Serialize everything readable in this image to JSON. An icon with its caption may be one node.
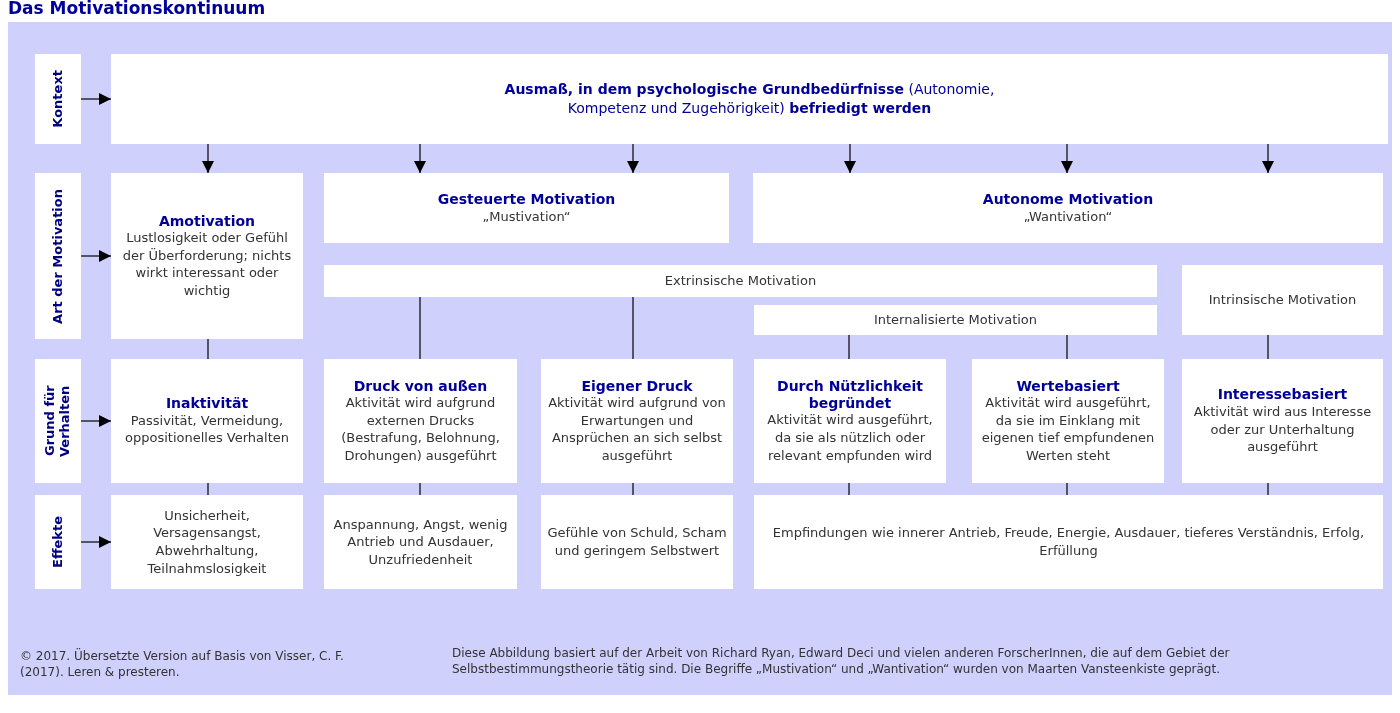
{
  "diagram": {
    "title": "Das Motivationskontinuum",
    "nodes": [
      {
        "text": [
          "Kontext"
        ]
      },
      {
        "text": [
          "**Ausmaß, in dem psychologische Grundbedürfnisse** (Autonomie, Kompetenz und Zugehörigkeit) **befriedigt werden**"
        ]
      },
      {
        "text": [
          "Art der Motivation"
        ]
      },
      {
        "text": [
          "Amotivation",
          "Lustlosigkeit oder Gefühl der Überforderung; nichts wirkt interessant oder wichtig"
        ]
      },
      {
        "text": [
          "Gesteuerte Motivation",
          "„Mustivation“"
        ]
      },
      {
        "text": [
          "Autonome Motivation",
          "„Wantivation“"
        ]
      },
      {
        "text": [
          "Extrinsische Motivation"
        ]
      },
      {
        "text": [
          "Intrinsische Motivation"
        ]
      },
      {
        "text": [
          "Internalisierte Motivation"
        ]
      },
      {
        "text": [
          "Grund für Verhalten"
        ]
      },
      {
        "text": [
          "Inaktivität",
          "Passivität, Vermeidung, oppositionelles Verhalten"
        ]
      },
      {
        "text": [
          "Druck von außen",
          "Aktivität wird aufgrund externen Drucks (Bestrafung, Belohnung, Drohungen) ausgeführt"
        ]
      },
      {
        "text": [
          "Eigener Druck",
          "Aktivität wird aufgrund von Erwartungen und Ansprüchen an sich selbst ausgeführt"
        ]
      },
      {
        "text": [
          "Durch Nützlichkeit begründet",
          "Aktivität wird ausgeführt, da sie als nützlich oder relevant empfunden wird"
        ]
      },
      {
        "text": [
          "Wertebasiert",
          "Aktivität wird ausgeführt, da sie im Einklang mit eigenen tief empfundenen Werten steht"
        ]
      },
      {
        "text": [
          "Interessebasiert",
          "Aktivität wird aus Interesse oder zur Unterhaltung ausgeführt"
        ]
      },
      {
        "text": [
          "Effekte"
        ]
      },
      {
        "text": [
          "Unsicherheit, Versagensangst, Abwehrhaltung, Teilnahmslosigkeit"
        ]
      },
      {
        "text": [
          "Anspannung, Angst, wenig Antrieb und Ausdauer, Unzufriedenheit"
        ]
      },
      {
        "text": [
          "Gefühle von Schuld, Scham und geringem Selbstwert"
        ]
      },
      {
        "text": [
          "Empfindungen wie innerer Antrieb, Freude, Energie, Ausdauer, tieferes Verständnis, Erfolg, Erfüllung"
        ]
      }
    ],
    "edges": [
      {
        "from": 0,
        "to": 1,
        "arrow": "to"
      },
      {
        "from": 1,
        "to": 3,
        "arrow": "to"
      },
      {
        "from": 1,
        "to": 4,
        "arrow": "to"
      },
      {
        "from": 1,
        "to": 4,
        "arrow": "to"
      },
      {
        "from": 1,
        "to": 5,
        "arrow": "to"
      },
      {
        "from": 1,
        "to": 5,
        "arrow": "to"
      },
      {
        "from": 1,
        "to": 5,
        "arrow": "to"
      },
      {
        "from": 2,
        "to": 3,
        "arrow": "to"
      },
      {
        "from": 3,
        "to": 10,
        "arrow": "none"
      },
      {
        "from": 6,
        "to": 11,
        "arrow": "none"
      },
      {
        "from": 6,
        "to": 12,
        "arrow": "none"
      },
      {
        "from": 8,
        "to": 13,
        "arrow": "none"
      },
      {
        "from": 8,
        "to": 14,
        "arrow": "none"
      },
      {
        "from": 7,
        "to": 15,
        "arrow": "none"
      },
      {
        "from": 9,
        "to": 10,
        "arrow": "to"
      },
      {
        "from": 10,
        "to": 17,
        "arrow": "none"
      },
      {
        "from": 11,
        "to": 18,
        "arrow": "none"
      },
      {
        "from": 12,
        "to": 19,
        "arrow": "none"
      },
      {
        "from": 13,
        "to": 20,
        "arrow": "none"
      },
      {
        "from": 14,
        "to": 20,
        "arrow": "none"
      },
      {
        "from": 15,
        "to": 20,
        "arrow": "none"
      },
      {
        "from": 16,
        "to": 17,
        "arrow": "to"
      }
    ],
    "labels": [
      "© 2017. Übersetzte Version auf Basis von Visser, C. F. (2017). Leren & presteren.",
      "Diese Abbildung basiert auf der Arbeit von Richard Ryan, Edward Deci und vielen anderen ForscherInnen, die auf dem Gebiet der Selbstbestimmungstheorie tätig sind. Die Begriffe „Mustivation“ und „Wantivation“ wurden von Maarten Vansteenkiste geprägt."
    ]
  }
}
